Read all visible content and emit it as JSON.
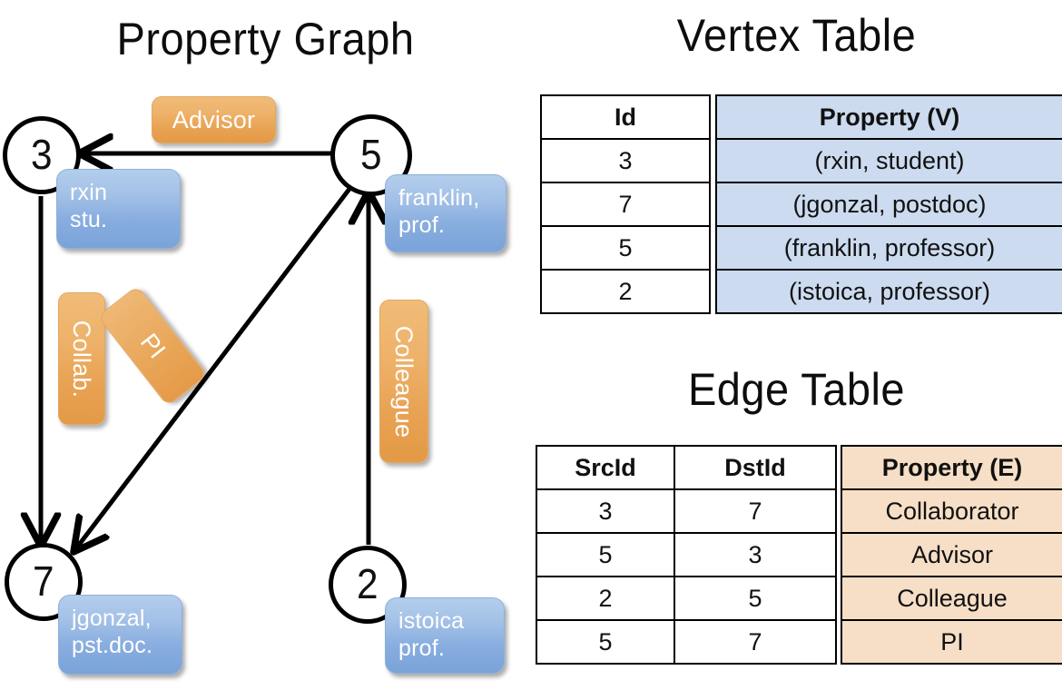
{
  "titles": {
    "property_graph": "Property Graph",
    "vertex_table": "Vertex Table",
    "edge_table": "Edge Table"
  },
  "graph": {
    "nodes": [
      {
        "id": "3",
        "property": "rxin\nstu."
      },
      {
        "id": "5",
        "property": "franklin,\nprof."
      },
      {
        "id": "7",
        "property": "jgonzal,\npst.doc."
      },
      {
        "id": "2",
        "property": "istoica\nprof."
      }
    ],
    "edge_labels": [
      {
        "name": "advisor",
        "text": "Advisor"
      },
      {
        "name": "collab",
        "text": "Collab."
      },
      {
        "name": "pi",
        "text": "PI"
      },
      {
        "name": "colleague",
        "text": "Colleague"
      }
    ],
    "edges": [
      {
        "from": "5",
        "to": "3",
        "label": "Advisor"
      },
      {
        "from": "3",
        "to": "7",
        "label": "Collab."
      },
      {
        "from": "5",
        "to": "7",
        "label": "PI"
      },
      {
        "from": "2",
        "to": "5",
        "label": "Colleague"
      }
    ]
  },
  "vertex_table": {
    "headers": [
      "Id",
      "Property (V)"
    ],
    "rows": [
      {
        "id": "3",
        "property": "(rxin, student)"
      },
      {
        "id": "7",
        "property": "(jgonzal, postdoc)"
      },
      {
        "id": "5",
        "property": "(franklin, professor)"
      },
      {
        "id": "2",
        "property": "(istoica, professor)"
      }
    ]
  },
  "edge_table": {
    "headers": [
      "SrcId",
      "DstId",
      "Property (E)"
    ],
    "rows": [
      {
        "src": "3",
        "dst": "7",
        "property": "Collaborator"
      },
      {
        "src": "5",
        "dst": "3",
        "property": "Advisor"
      },
      {
        "src": "2",
        "dst": "5",
        "property": "Colleague"
      },
      {
        "src": "5",
        "dst": "7",
        "property": "PI"
      }
    ]
  },
  "colors": {
    "vertex_property_fill": "#ccdbef",
    "edge_property_fill": "#f6dfc6",
    "node_box_blue": "#8fb6e0",
    "edge_box_orange": "#eaa95d",
    "stroke": "#000000"
  }
}
